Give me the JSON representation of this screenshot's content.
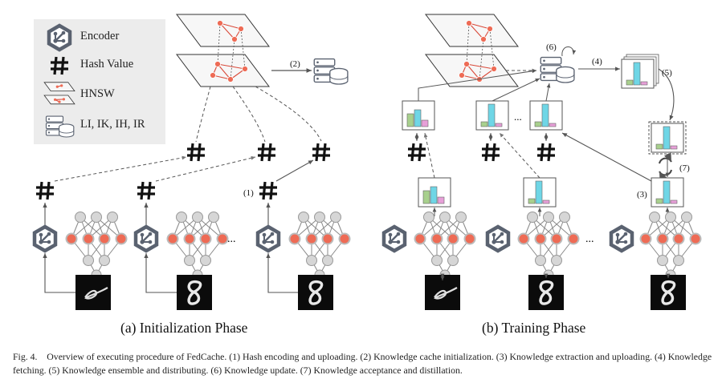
{
  "legend": {
    "items": [
      {
        "label": "Encoder",
        "icon": "encoder-icon"
      },
      {
        "label": "Hash Value",
        "icon": "hash-icon"
      },
      {
        "label": "HNSW",
        "icon": "hnsw-layers-icon"
      },
      {
        "label": "LI, IK, IH, IR",
        "icon": "database-icon"
      }
    ]
  },
  "steps": {
    "s1": "(1)",
    "s2": "(2)",
    "s3": "(3)",
    "s4": "(4)",
    "s5": "(5)",
    "s6": "(6)",
    "s7": "(7)"
  },
  "panels": {
    "a_title": "(a) Initialization Phase",
    "b_title": "(b) Training Phase",
    "ellipsis": "..."
  },
  "caption": {
    "label": "Fig. 4.",
    "text": "Overview of executing procedure of FedCache. (1) Hash encoding and uploading. (2) Knowledge cache initialization. (3) Knowledge extraction and uploading. (4) Knowledge fetching. (5) Knowledge ensemble and distributing. (6) Knowledge update. (7) Knowledge acceptance and distillation."
  },
  "colors": {
    "node_red": "#ee6b55",
    "node_gray": "#d6d6d6",
    "bar_green": "#a8d08d",
    "bar_cyan": "#6fd6e6",
    "bar_pink": "#e79fd8",
    "icon_dark": "#5a6270",
    "hnsw_edge": "#d94a3a"
  }
}
